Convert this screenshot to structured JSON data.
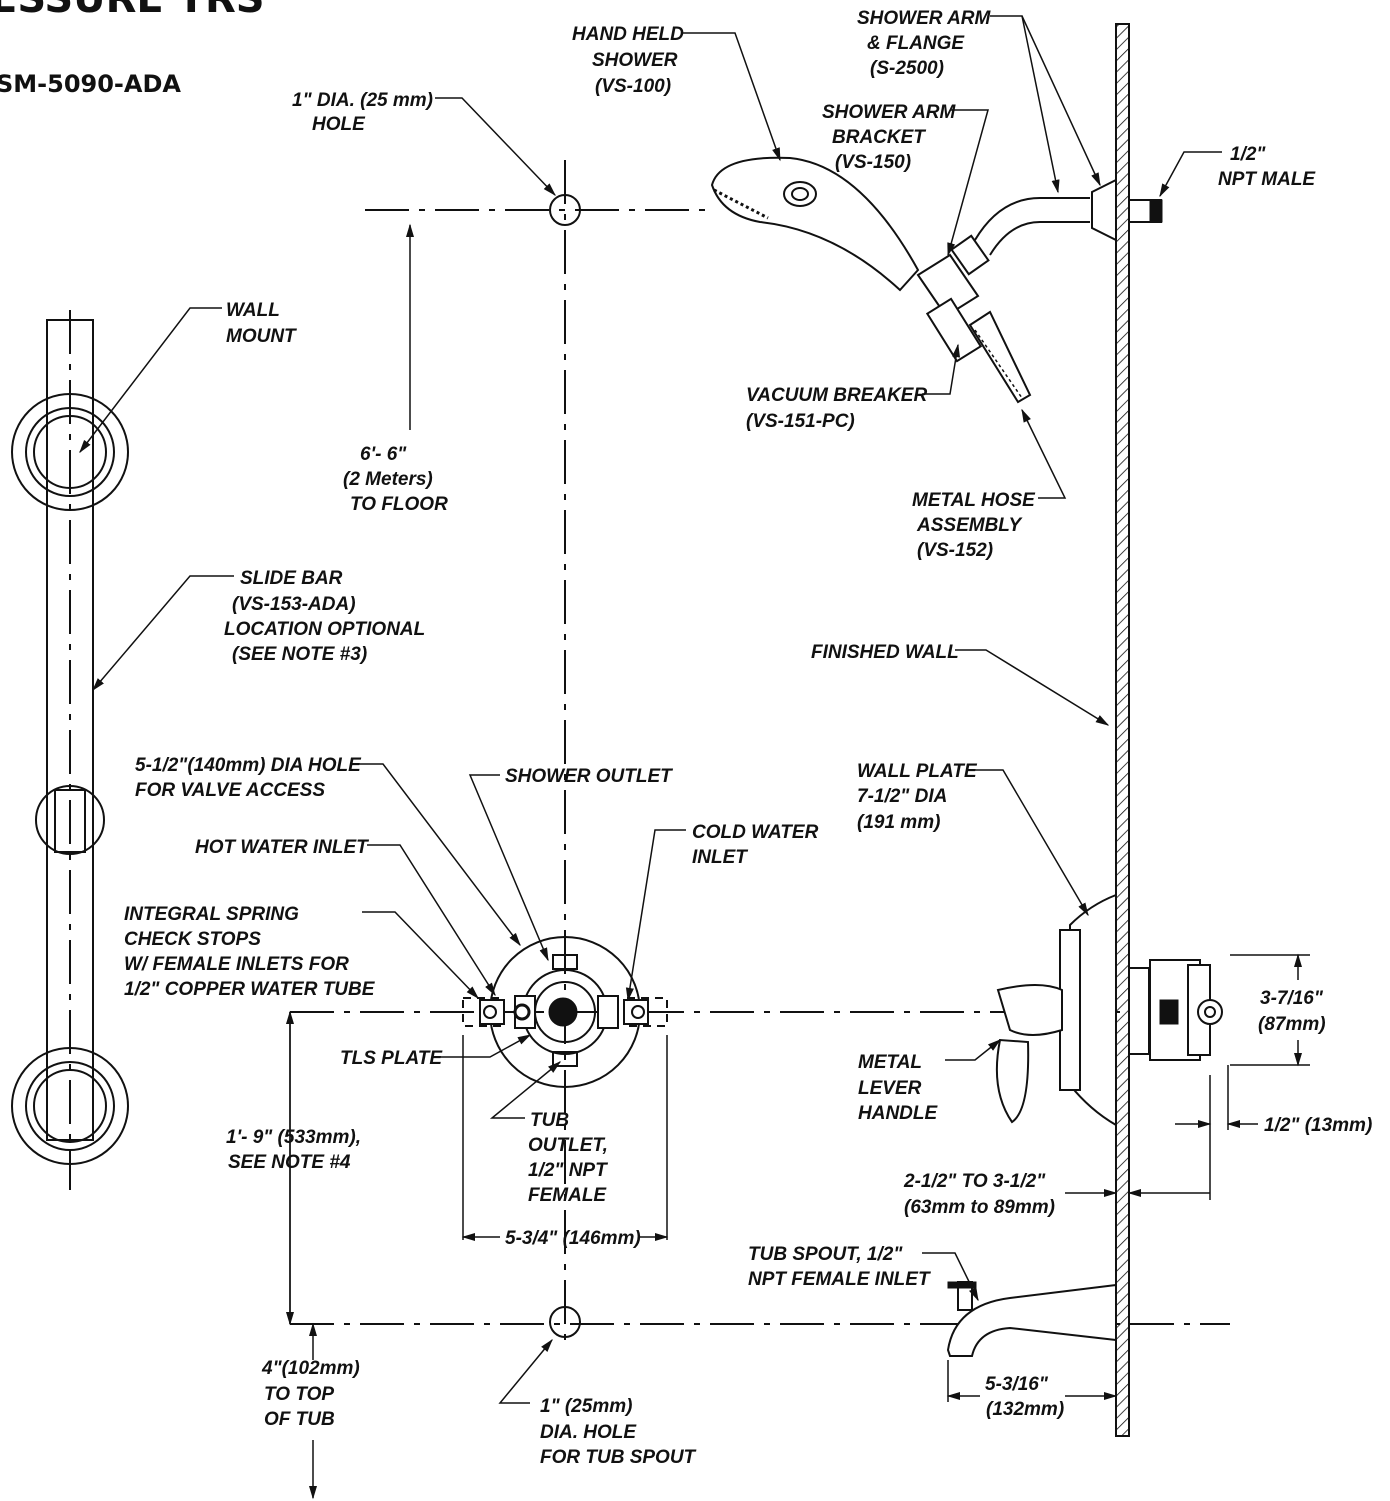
{
  "title": {
    "top_fragment": "ESSURE TRS",
    "model": "SM-5090-ADA"
  },
  "labels": {
    "hole_top": [
      "1\" DIA. (25 mm)",
      "HOLE"
    ],
    "hand_held": [
      "HAND HELD",
      "SHOWER",
      "(VS-100)"
    ],
    "shower_arm": [
      "SHOWER ARM",
      "& FLANGE",
      "(S-2500)"
    ],
    "arm_bracket": [
      "SHOWER ARM",
      "BRACKET",
      "(VS-150)"
    ],
    "npt_male": [
      "1/2\"",
      "NPT MALE"
    ],
    "wall_mount": [
      "WALL",
      "MOUNT"
    ],
    "vacuum": [
      "VACUUM BREAKER",
      "(VS-151-PC)"
    ],
    "floor": [
      "6'- 6\"",
      "(2 Meters)",
      "TO FLOOR"
    ],
    "hose": [
      "METAL HOSE",
      "ASSEMBLY",
      "(VS-152)"
    ],
    "slide_bar": [
      "SLIDE BAR",
      "(VS-153-ADA)",
      "LOCATION OPTIONAL",
      "(SEE NOTE #3)"
    ],
    "finished_wall": "FINISHED WALL",
    "valve_hole": [
      "5-1/2\"(140mm) DIA HOLE",
      "FOR VALVE ACCESS"
    ],
    "shower_outlet": "SHOWER OUTLET",
    "wall_plate": [
      "WALL PLATE",
      "7-1/2\" DIA",
      "(191 mm)"
    ],
    "cold": [
      "COLD WATER",
      "INLET"
    ],
    "hot": "HOT WATER INLET",
    "check_stops": [
      "INTEGRAL SPRING",
      "CHECK STOPS",
      "W/ FEMALE INLETS FOR",
      "1/2\" COPPER WATER TUBE"
    ],
    "dim_3_7_16": [
      "3-7/16\"",
      "(87mm)"
    ],
    "tls": "TLS PLATE",
    "lever": [
      "METAL",
      "LEVER",
      "HANDLE"
    ],
    "tub_outlet": [
      "TUB",
      "OUTLET,",
      "1/2\" NPT",
      "FEMALE"
    ],
    "dim_1_9": [
      "1'- 9\" (533mm),",
      "SEE NOTE #4"
    ],
    "dim_half": "1/2\" (13mm)",
    "dim_depth": [
      "2-1/2\" TO 3-1/2\"",
      "(63mm to 89mm)"
    ],
    "dim_5_3_4": "5-3/4\" (146mm)",
    "tub_spout": [
      "TUB SPOUT, 1/2\"",
      "NPT FEMALE INLET"
    ],
    "dim_4": [
      "4\"(102mm)",
      "TO TOP",
      "OF TUB"
    ],
    "dim_5_3_16": [
      "5-3/16\"",
      "(132mm)"
    ],
    "hole_spout": [
      "1\" (25mm)",
      "DIA. HOLE",
      "FOR TUB SPOUT"
    ]
  }
}
